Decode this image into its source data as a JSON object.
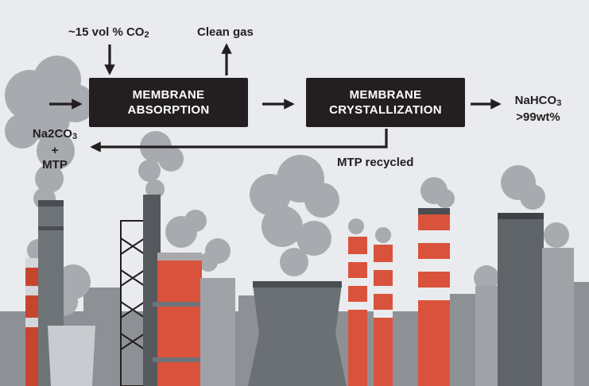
{
  "process": {
    "absorption": {
      "line1": "MEMBRANE",
      "line2": "ABSORPTION"
    },
    "crystallization": {
      "line1": "MEMBRANE",
      "line2": "CRYSTALLIZATION"
    }
  },
  "labels": {
    "feed": "~15 vol % CO",
    "feed_sub": "2",
    "clean_gas": "Clean gas",
    "product_line1": "NaHCO",
    "product_line1_sub": "3",
    "product_line2": ">99wt%",
    "reagent_line1": "Na2CO",
    "reagent_line1_sub": "3",
    "reagent_line2": "+",
    "reagent_line3": "MTP",
    "recycle": "MTP recycled"
  },
  "colors": {
    "box": "#231f20",
    "text": "#231f20",
    "background": "#e9ebee",
    "smoke": "#a7aaae",
    "chimney_red": "#d9533c",
    "chimney_gray": "#6e7378"
  }
}
